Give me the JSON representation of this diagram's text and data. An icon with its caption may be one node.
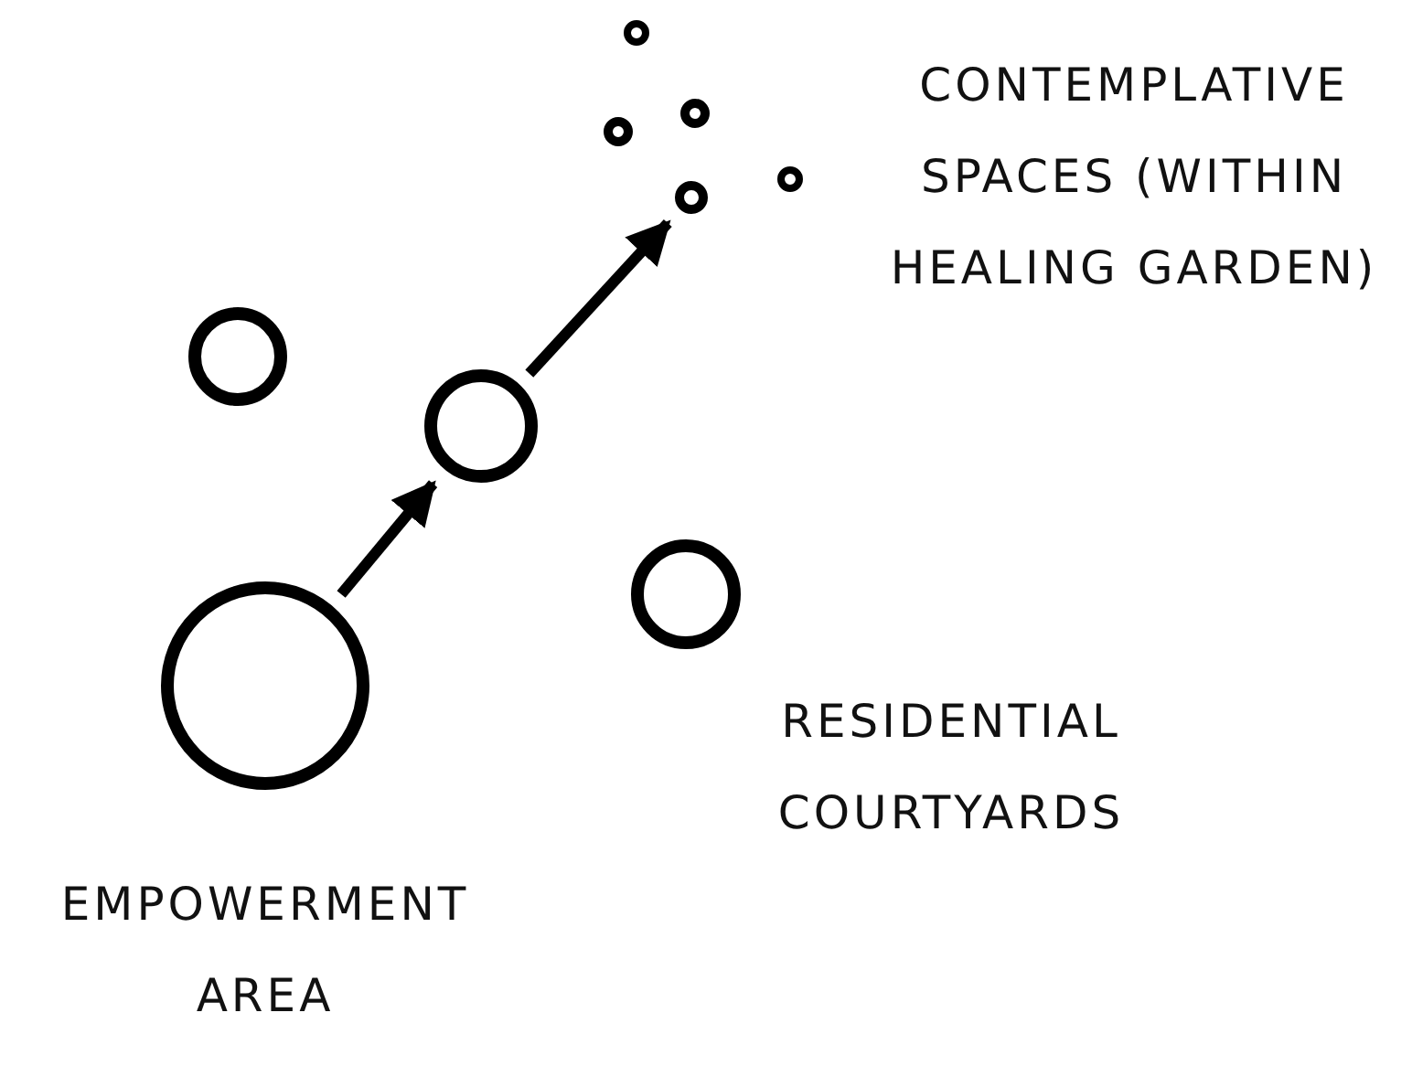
{
  "diagram": {
    "nodes": [
      {
        "text": [],
        "shape": "circle"
      },
      {
        "text": [],
        "shape": "circle"
      },
      {
        "text": [],
        "shape": "circle"
      },
      {
        "text": [],
        "shape": "circle"
      },
      {
        "text": [],
        "shape": "circle"
      },
      {
        "text": [],
        "shape": "circle"
      },
      {
        "text": [],
        "shape": "circle"
      },
      {
        "text": [],
        "shape": "circle",
        "beside": [
          "RESIDENTIAL COURTYARDS"
        ]
      },
      {
        "text": [],
        "shape": "circle",
        "beside": [
          "EMPOWERMENT AREA"
        ]
      }
    ],
    "edges": [
      {
        "from": 8,
        "to": 6,
        "arrow": "to"
      },
      {
        "from": 6,
        "to": 3,
        "arrow": "to"
      }
    ],
    "labels": [
      "CONTEMPLATIVE SPACES (WITHIN HEALING GARDEN)"
    ]
  }
}
